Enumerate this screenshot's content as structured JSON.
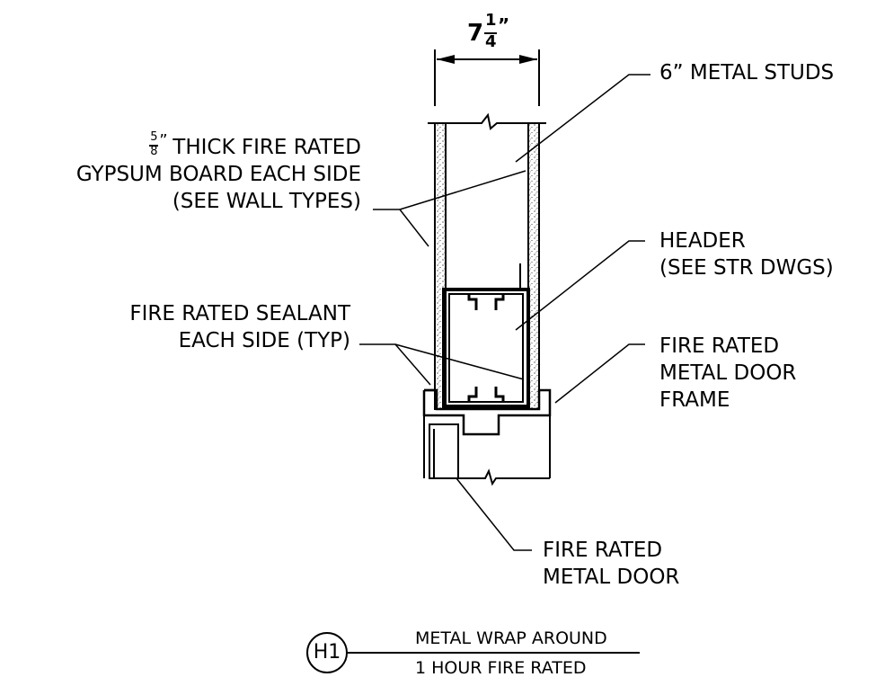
{
  "dimension": {
    "whole": "7",
    "numerator": "1",
    "denominator": "4",
    "unit": "”"
  },
  "callouts": {
    "studs": {
      "lines": [
        "6” METAL STUDS"
      ]
    },
    "gypsum": {
      "fraction": {
        "numerator": "5",
        "denominator": "8",
        "unit": "”"
      },
      "lines": [
        "THICK FIRE RATED",
        "GYPSUM BOARD EACH SIDE",
        "(SEE WALL TYPES)"
      ]
    },
    "header": {
      "lines": [
        "HEADER",
        "(SEE STR DWGS)"
      ]
    },
    "sealant": {
      "lines": [
        "FIRE RATED SEALANT",
        "EACH SIDE (TYP)"
      ]
    },
    "frame": {
      "lines": [
        "FIRE RATED",
        "METAL DOOR",
        "FRAME"
      ]
    },
    "door": {
      "lines": [
        "FIRE RATED",
        "METAL DOOR"
      ]
    }
  },
  "title_block": {
    "detail_id": "H1",
    "title": "METAL WRAP AROUND",
    "subtitle": "1 HOUR FIRE RATED"
  },
  "colors": {
    "line": "#000000",
    "background": "#ffffff"
  }
}
